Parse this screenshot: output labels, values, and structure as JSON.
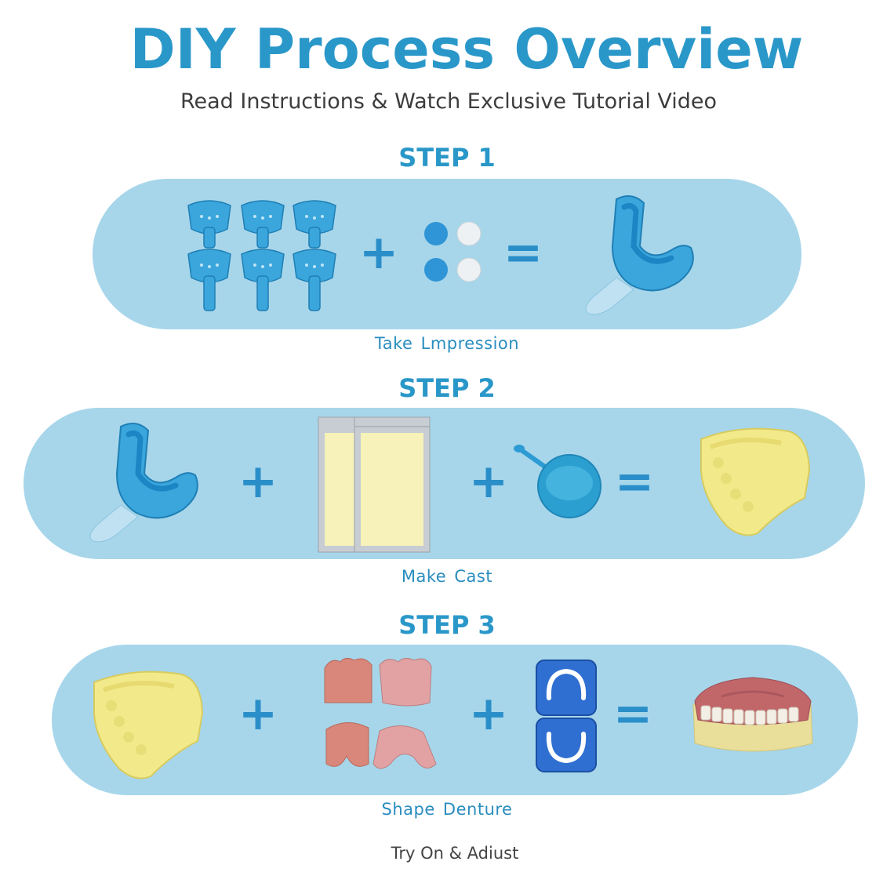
{
  "header": {
    "title": "DIY Process Overview",
    "subtitle": "Read Instructions & Watch Exclusive Tutorial Video"
  },
  "colors": {
    "accent": "#2a97c9",
    "pill": "#a7d6ea",
    "tray_blue": "#3aa6dc",
    "plaster_yellow": "#f2ea8a",
    "wax_pink": "#d9877a"
  },
  "steps": [
    {
      "heading": "STEP 1",
      "caption": "Take  Lmpression",
      "items": [
        "impression-trays-illustration",
        "plus-operator",
        "impression-putty-illustration",
        "equals-operator",
        "filled-impression-tray-illustration"
      ]
    },
    {
      "heading": "STEP 2",
      "caption": "Make  Cast",
      "items": [
        "filled-impression-tray-illustration",
        "plus-operator",
        "plaster-powder-bags-illustration",
        "plus-operator",
        "mixing-bowl-illustration",
        "equals-operator",
        "plaster-cast-illustration"
      ]
    },
    {
      "heading": "STEP 3",
      "caption": "Shape  Denture",
      "items": [
        "plaster-cast-illustration",
        "plus-operator",
        "denture-wax-sheets-illustration",
        "plus-operator",
        "denture-case-illustration",
        "equals-operator",
        "finished-denture-illustration"
      ]
    }
  ],
  "operators": {
    "plus": "+",
    "equals": "="
  },
  "footer": {
    "text": "Try On & Adiust"
  }
}
